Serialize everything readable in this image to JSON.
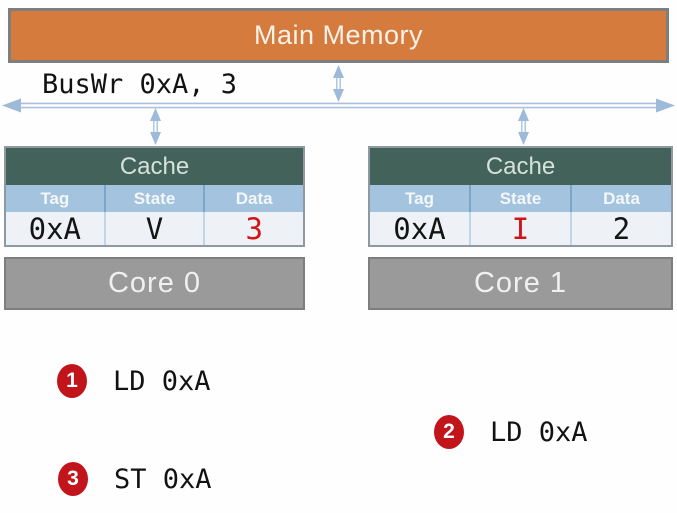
{
  "memory": {
    "label": "Main Memory"
  },
  "bus": {
    "label": "BusWr 0xA, 3"
  },
  "caches": [
    {
      "title": "Cache",
      "columns": [
        "Tag",
        "State",
        "Data"
      ],
      "row": {
        "tag": "0xA",
        "state": "V",
        "data": "3"
      }
    },
    {
      "title": "Cache",
      "columns": [
        "Tag",
        "State",
        "Data"
      ],
      "row": {
        "tag": "0xA",
        "state": "I",
        "data": "2"
      }
    }
  ],
  "cores": [
    {
      "label": "Core 0"
    },
    {
      "label": "Core 1"
    }
  ],
  "annotations": [
    {
      "number": "1",
      "text": "LD 0xA"
    },
    {
      "number": "2",
      "text": "LD 0xA"
    },
    {
      "number": "3",
      "text": "ST 0xA"
    }
  ],
  "colors": {
    "memory_fill": "#d67b3e",
    "cache_header_green": "#42625a",
    "table_header_blue": "#a4c3de",
    "highlight_red": "#d21417",
    "badge_red": "#c2151b",
    "core_gray": "#9b9a9b",
    "arrow_blue": "#a9c1dd"
  }
}
